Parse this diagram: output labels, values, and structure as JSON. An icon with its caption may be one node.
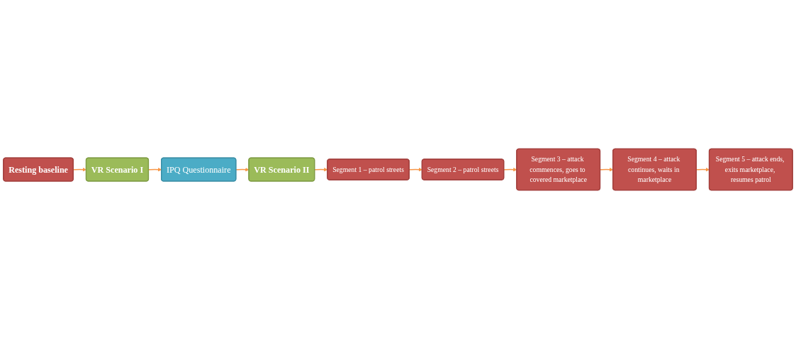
{
  "diagram": {
    "nodes": [
      {
        "text": [
          "Resting baseline"
        ]
      },
      {
        "text": [
          "VR Scenario I"
        ]
      },
      {
        "text": [
          "IPQ Questionnaire"
        ]
      },
      {
        "text": [
          "VR Scenario II"
        ]
      },
      {
        "text": [
          "Segment 1 – patrol streets"
        ]
      },
      {
        "text": [
          "Segment 2 – patrol streets"
        ]
      },
      {
        "text": [
          "Segment 3 – attack commences, goes to covered marketplace"
        ]
      },
      {
        "text": [
          "Segment 4 – attack continues, waits in marketplace"
        ]
      },
      {
        "text": [
          "Segment 5 – attack ends, exits marketplace, resumes patrol"
        ]
      }
    ],
    "edges": [
      {
        "from": 0,
        "to": 1,
        "arrow": "to"
      },
      {
        "from": 1,
        "to": 2,
        "arrow": "to"
      },
      {
        "from": 2,
        "to": 3,
        "arrow": "to"
      },
      {
        "from": 3,
        "to": 4,
        "arrow": "to"
      },
      {
        "from": 4,
        "to": 5,
        "arrow": "to"
      },
      {
        "from": 5,
        "to": 6,
        "arrow": "to"
      },
      {
        "from": 6,
        "to": 7,
        "arrow": "to"
      },
      {
        "from": 7,
        "to": 8,
        "arrow": "to"
      }
    ]
  }
}
